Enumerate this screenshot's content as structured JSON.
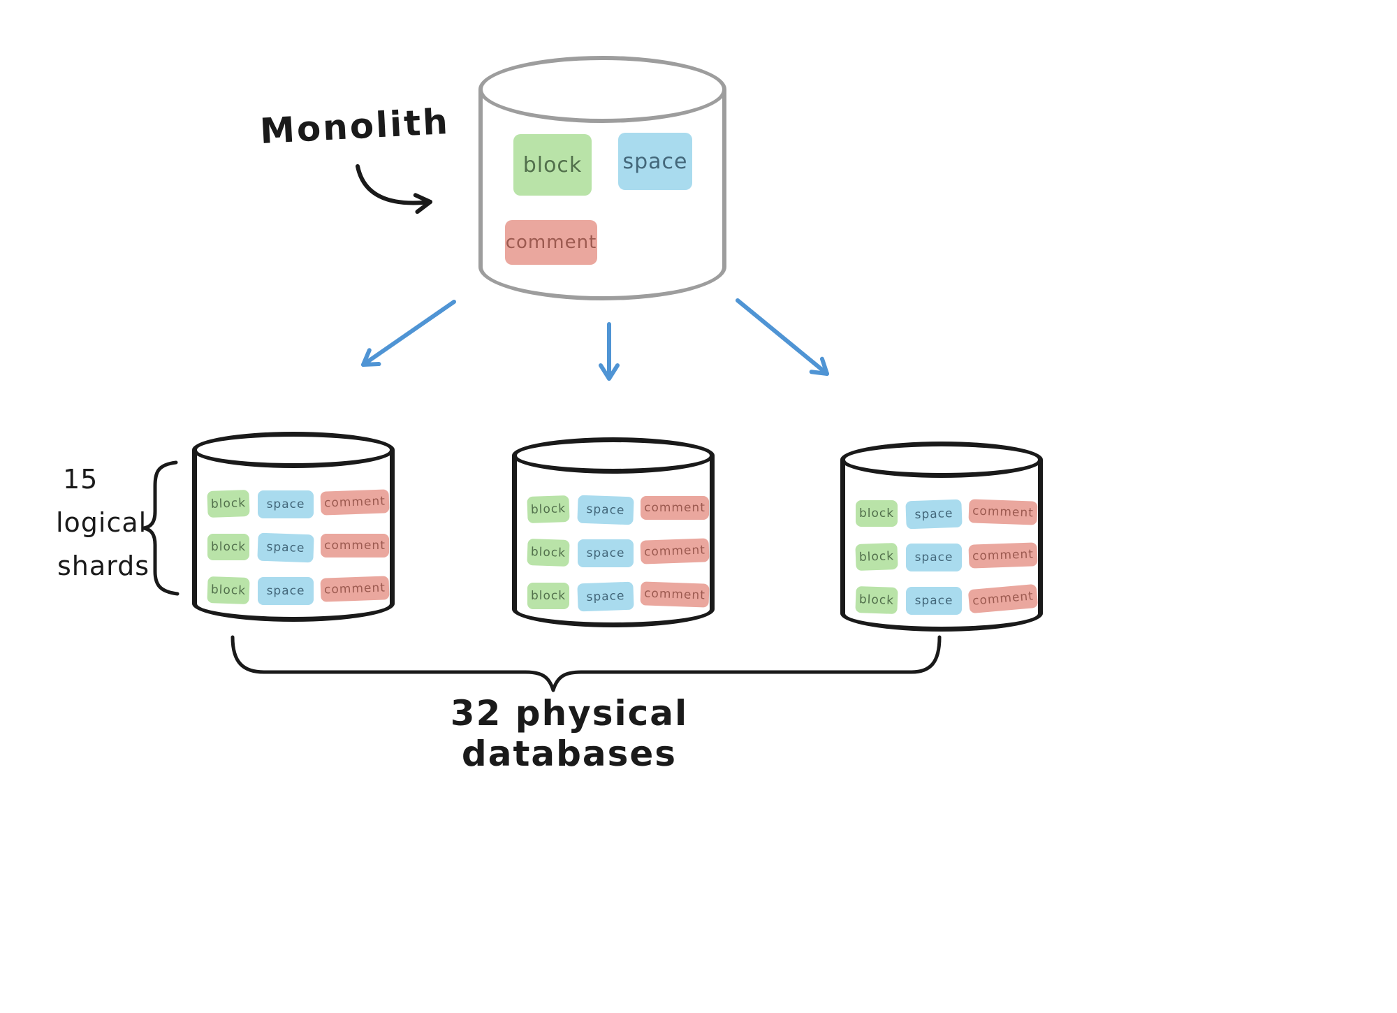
{
  "monolith": {
    "label": "Monolith",
    "tables": {
      "block": "block",
      "space": "space",
      "comment": "comment"
    }
  },
  "shard_table_labels": {
    "block": "block",
    "space": "space",
    "comment": "comment"
  },
  "annotations": {
    "shard_label_line1": "15",
    "shard_label_line2": "logical",
    "shard_label_line3": "shards",
    "bottom_label": "32 physical databases"
  },
  "colors": {
    "ink": "#1a1a1a",
    "monolith_stroke": "#9d9d9d",
    "arrow_blue": "#4f94d4",
    "block": "#b9e3a8",
    "space": "#a9dbee",
    "comment": "#eaa79e",
    "block_text": "#52704c",
    "space_text": "#43677a",
    "comment_text": "#9c5a50"
  }
}
